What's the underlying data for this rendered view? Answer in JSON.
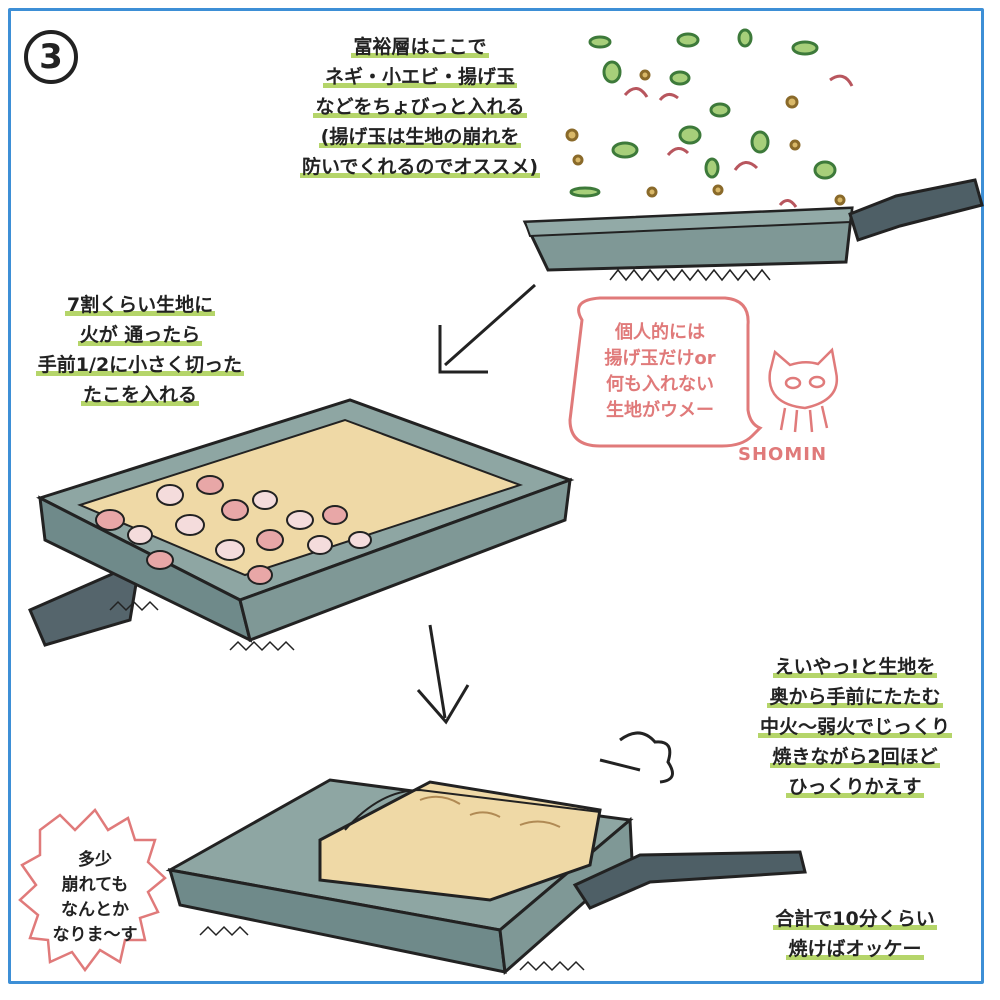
{
  "step_number": "3",
  "instruction_top": [
    "富裕層はここで",
    "ネギ・小エビ・揚げ玉",
    "などをちょびっと入れる",
    "(揚げ玉は生地の崩れを",
    "防いでくれるのでオススメ)"
  ],
  "instruction_middle": [
    "7割くらい生地に",
    "火が 通ったら",
    "手前1/2に小さく切った",
    "たこを入れる"
  ],
  "speech_bubble": [
    "個人的には",
    "揚げ玉だけor",
    "何も入れない",
    "生地がウメー"
  ],
  "signature": "SHOMIN",
  "instruction_fold": [
    "えいやっ!と生地を",
    "奥から手前にたたむ",
    "中火〜弱火でじっくり",
    "焼きながら2回ほど",
    "ひっくりかえす"
  ],
  "side_note": [
    "多少",
    "崩れても",
    "なんとか",
    "なりま〜す"
  ],
  "instruction_bottom": [
    "合計で10分くらい",
    "焼けばオッケー"
  ],
  "colors": {
    "border": "#3d8fd6",
    "highlight": "#b5d56a",
    "pan": "#6f8a8a",
    "batter": "#efd9a6",
    "accent_text": "#e07a7a"
  }
}
